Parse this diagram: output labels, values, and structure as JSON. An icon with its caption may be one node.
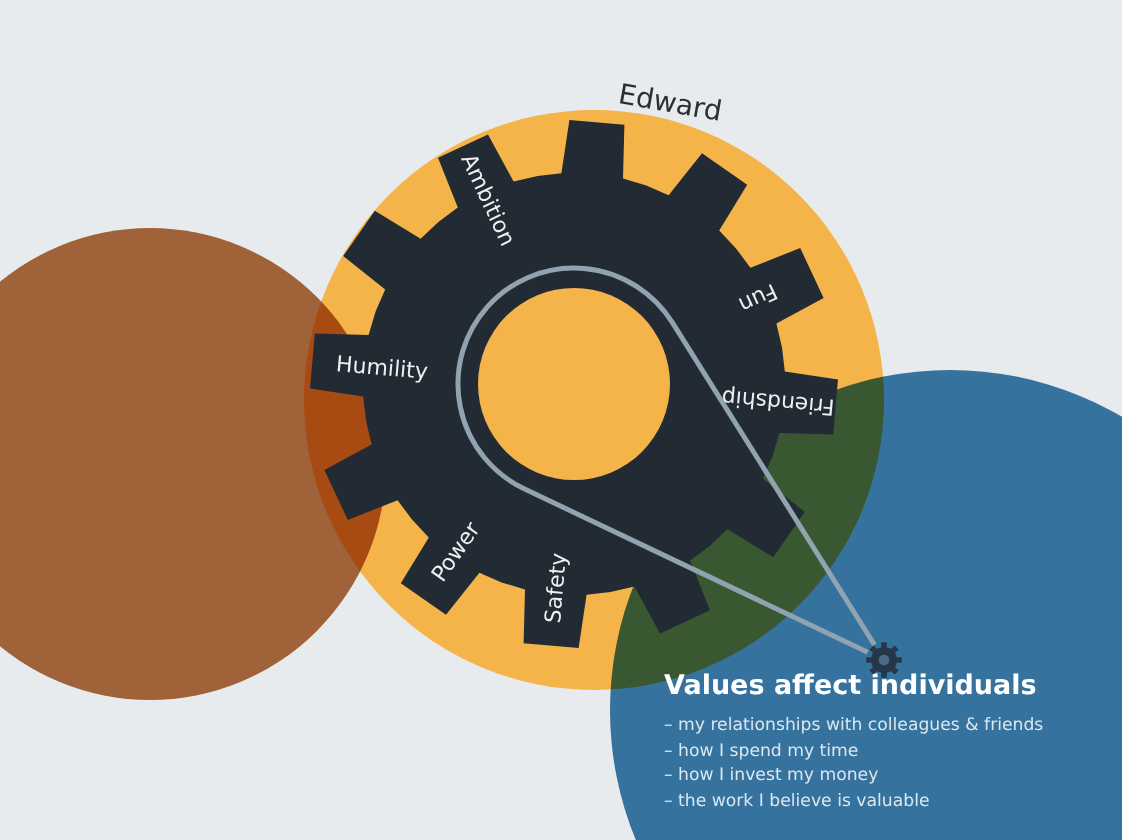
{
  "diagram": {
    "nodes": [
      {
        "text": [],
        "shape": "circle"
      },
      {
        "text": [
          "Edward"
        ]
      },
      {
        "text": [
          "Friendship",
          "Safety",
          "Power",
          "Humility",
          "Ambition",
          "Fun"
        ],
        "in": 1
      },
      {
        "text": [],
        "shape": "circle",
        "in": 2
      },
      {
        "text": [
          "Values affect individuals",
          "– my relationships with colleagues & friends",
          "– how I spend my time",
          "– how I invest my money",
          "– the work I believe is valuable"
        ]
      },
      {
        "text": [],
        "shape": "picture",
        "in": 4
      }
    ],
    "edges": [
      {
        "from": 3,
        "to": 5,
        "arrow": "none",
        "color": "#8fa3b0"
      }
    ]
  }
}
